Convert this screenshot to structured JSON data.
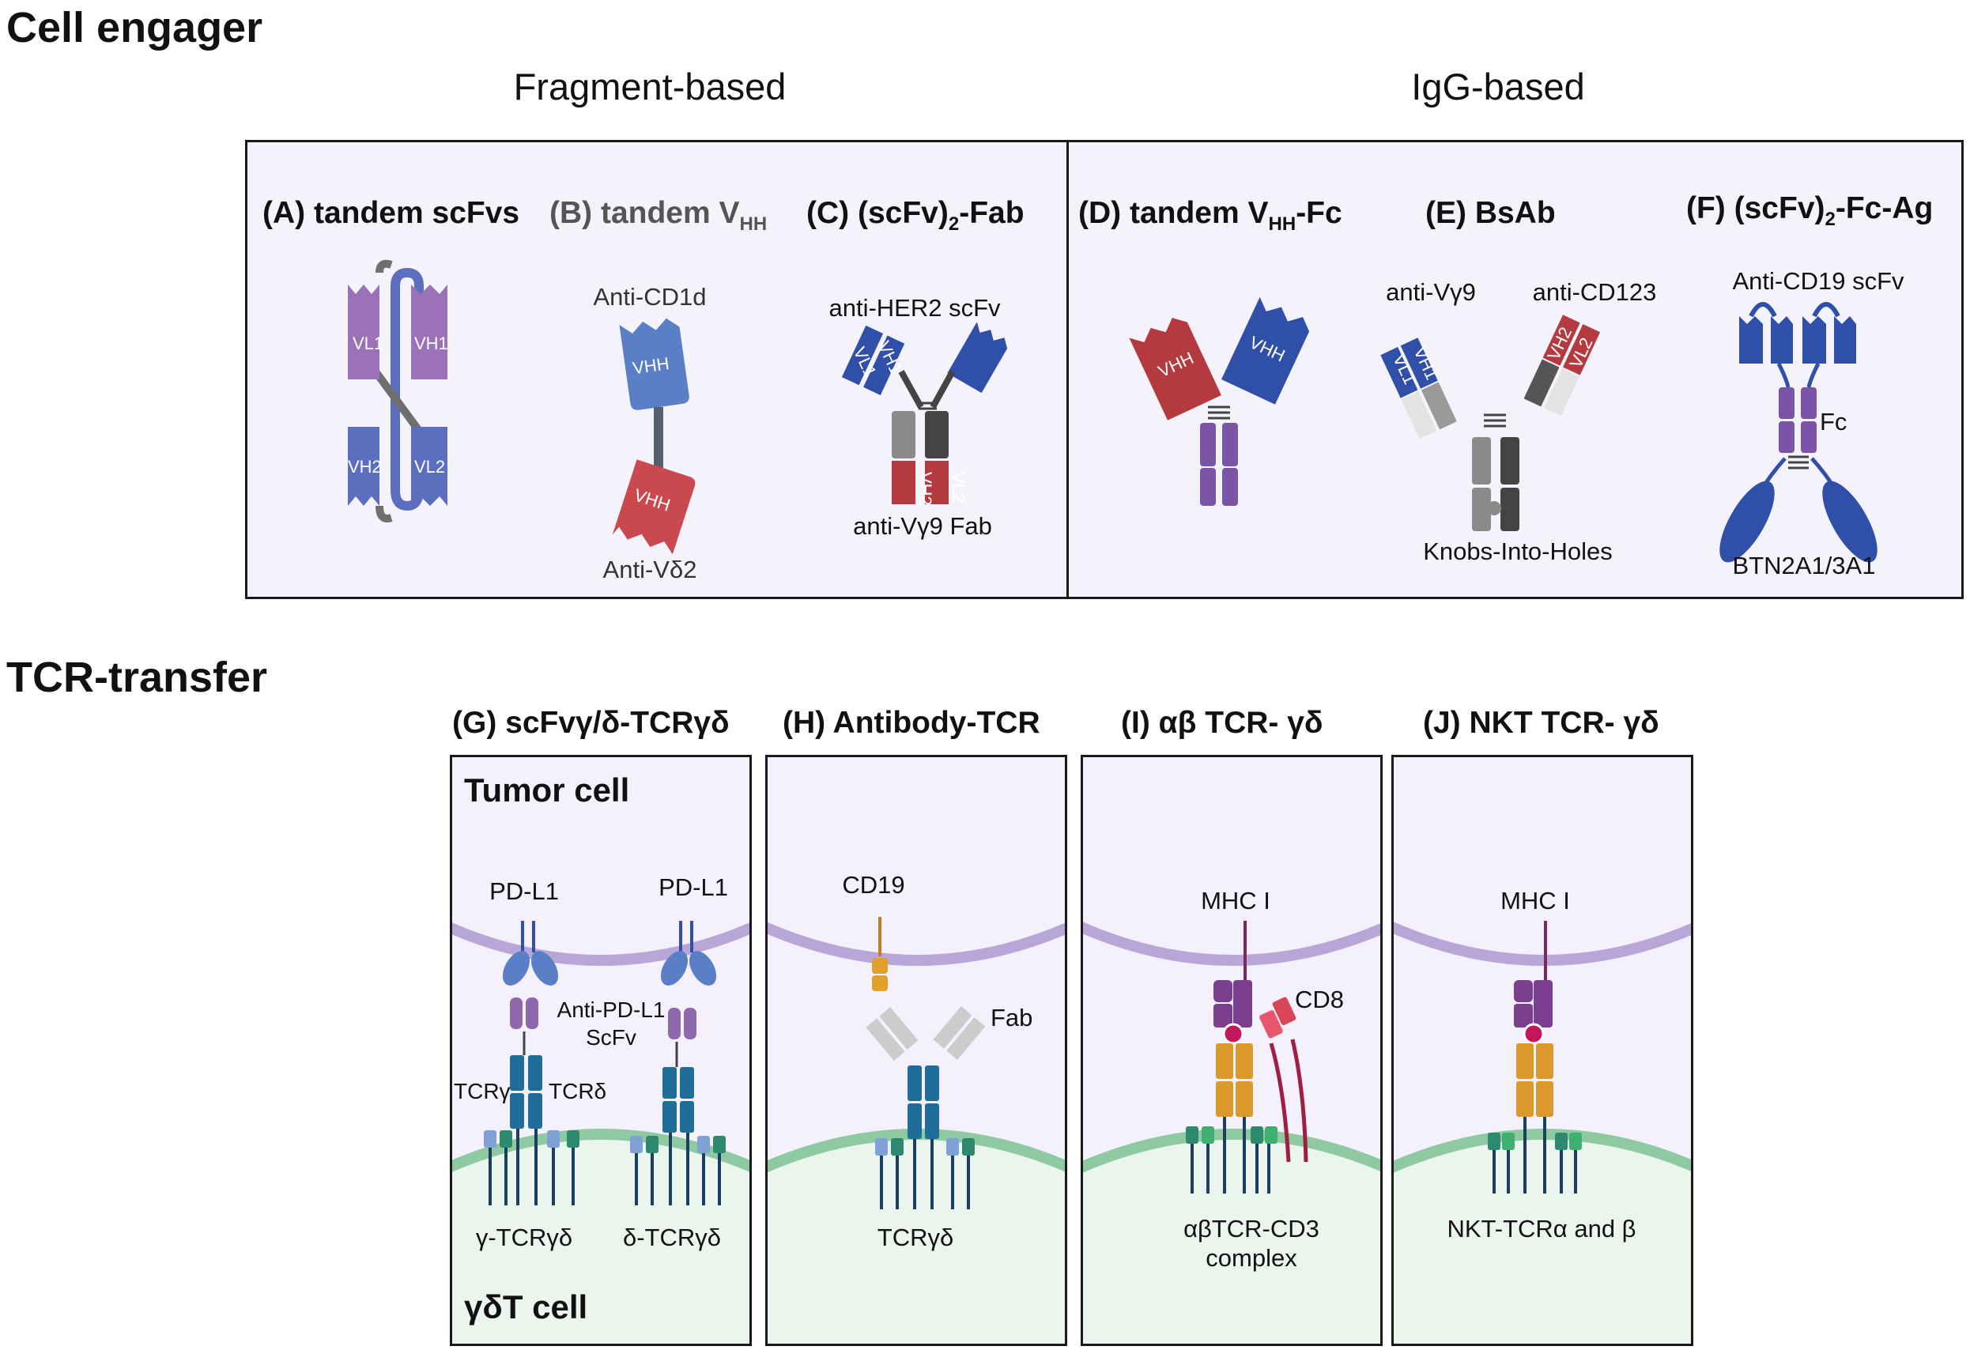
{
  "sections": {
    "cell_engager": "Cell engager",
    "fragment_based": "Fragment-based",
    "igg_based": "IgG-based",
    "tcr_transfer": "TCR-transfer"
  },
  "panels": {
    "A": {
      "title": "(A) tandem scFvs",
      "d1": "VL1",
      "d2": "VH1",
      "d3": "VH2",
      "d4": "VL2"
    },
    "B": {
      "title_pre": "(B) tandem V",
      "title_sub": "HH",
      "top": "Anti-CD1d",
      "bottom": "Anti-Vδ2",
      "d": "VHH"
    },
    "C": {
      "title_pre": "(C) (scFv)",
      "title_sub": "2",
      "title_post": "-Fab",
      "top": "anti-HER2 scFv",
      "bottom": "anti-Vγ9 Fab",
      "d1": "VL1",
      "d2": "VH1",
      "d3": "VH2",
      "d4": "VL2"
    },
    "D": {
      "title_pre": "(D) tandem V",
      "title_sub": "HH",
      "title_post": "-Fc",
      "d": "VHH"
    },
    "E": {
      "title": "(E) BsAb",
      "left": "anti-Vγ9",
      "right": "anti-CD123",
      "bottom": "Knobs-Into-Holes",
      "d1": "VL1",
      "d2": "VH1",
      "d3": "VH2",
      "d4": "VL2"
    },
    "F": {
      "title_pre": "(F) (scFv)",
      "title_sub": "2",
      "title_post": "-Fc-Ag",
      "top": "Anti-CD19 scFv",
      "fc": "Fc",
      "bottom": "BTN2A1/3A1"
    },
    "G": {
      "title": "(G) scFvγ/δ-TCRγδ",
      "tumor": "Tumor cell",
      "pdl1_a": "PD-L1",
      "pdl1_b": "PD-L1",
      "anti1": "Anti-PD-L1",
      "anti2": "ScFv",
      "tcrg": "TCRγ",
      "tcrd": "TCRδ",
      "bottom_left": "γ-TCRγδ",
      "bottom_right": "δ-TCRγδ",
      "cell": "γδT cell"
    },
    "H": {
      "title": "(H) Antibody-TCR",
      "cd19": "CD19",
      "fab": "Fab",
      "bottom": "TCRγδ"
    },
    "I": {
      "title": "(I) αβ TCR- γδ",
      "mhc": "MHC I",
      "cd8": "CD8",
      "bottom1": "αβTCR-CD3",
      "bottom2": "complex"
    },
    "J": {
      "title": "(J) NKT TCR- γδ",
      "mhc": "MHC I",
      "bottom": "NKT-TCRα and β"
    }
  },
  "colors": {
    "purple": "#9b72b8",
    "blue_purple": "#5b6fbe",
    "blue": "#2f4fa8",
    "red": "#b53a3f",
    "teal_blue": "#1f6e99",
    "orange": "#d99a2b",
    "tumor_bg": "#f4f1fd",
    "tcell_bg": "#eaf5ee",
    "tumor_membrane": "#b9a6d8",
    "tcell_membrane": "#8fc9a2"
  }
}
